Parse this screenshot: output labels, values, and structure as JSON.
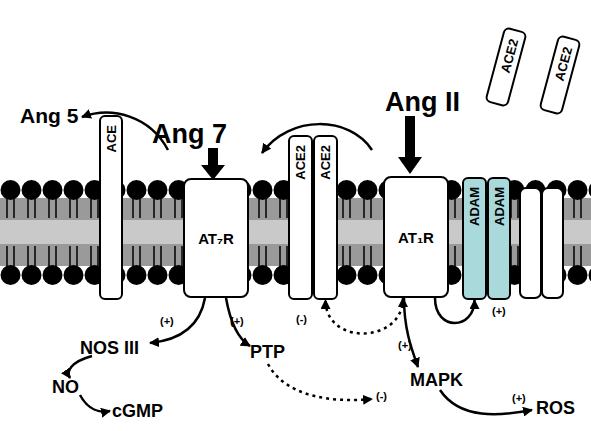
{
  "diagram": {
    "nodes": [
      {
        "text": [
          "ACE"
        ]
      },
      {
        "text": [
          "AT₇R"
        ]
      },
      {
        "text": [
          "ACE2"
        ]
      },
      {
        "text": [
          "ACE2"
        ]
      },
      {
        "text": [
          "AT₁R"
        ]
      },
      {
        "text": [
          "ADAM"
        ]
      },
      {
        "text": [
          "ADAM"
        ]
      },
      {
        "text": [
          "ACE2"
        ]
      },
      {
        "text": [
          "ACE2"
        ]
      }
    ],
    "edges": [
      {
        "from": 4,
        "to": 3,
        "arrow": "both",
        "label": "(-)"
      },
      {
        "from": 4,
        "to": 5,
        "arrow": "to",
        "label": "(+)"
      }
    ],
    "labels": [
      "Ang 5",
      "Ang 7",
      "Ang II",
      "NOS III",
      "(+)",
      "(+)",
      "PTP",
      "NO",
      "cGMP",
      "(-)",
      "(+)",
      "MAPK",
      "(+)",
      "ROS"
    ]
  }
}
